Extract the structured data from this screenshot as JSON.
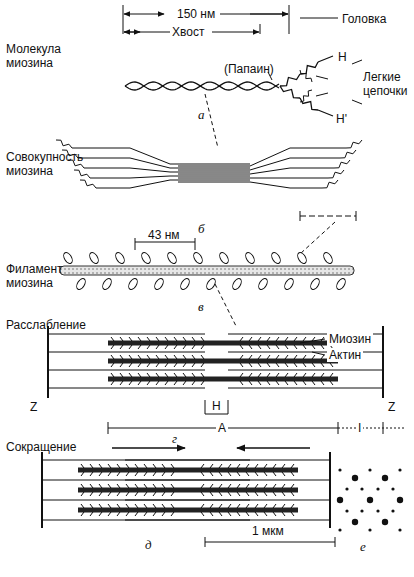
{
  "diagram": {
    "labels": [
      "150 нм",
      "Молекула миозина",
      "Хвост",
      "Головка",
      "(Папаин)",
      "H",
      "Легкие цепочки",
      "H'",
      "а",
      "Совокупность миозина",
      "б",
      "Филамент миозина",
      "43 нм",
      "в",
      "Миозин",
      "Актин",
      "Расслабление",
      "Z",
      "H",
      "Z",
      "A",
      "I",
      "г",
      "Сокращение",
      "1 мкм",
      "д",
      "е"
    ]
  }
}
